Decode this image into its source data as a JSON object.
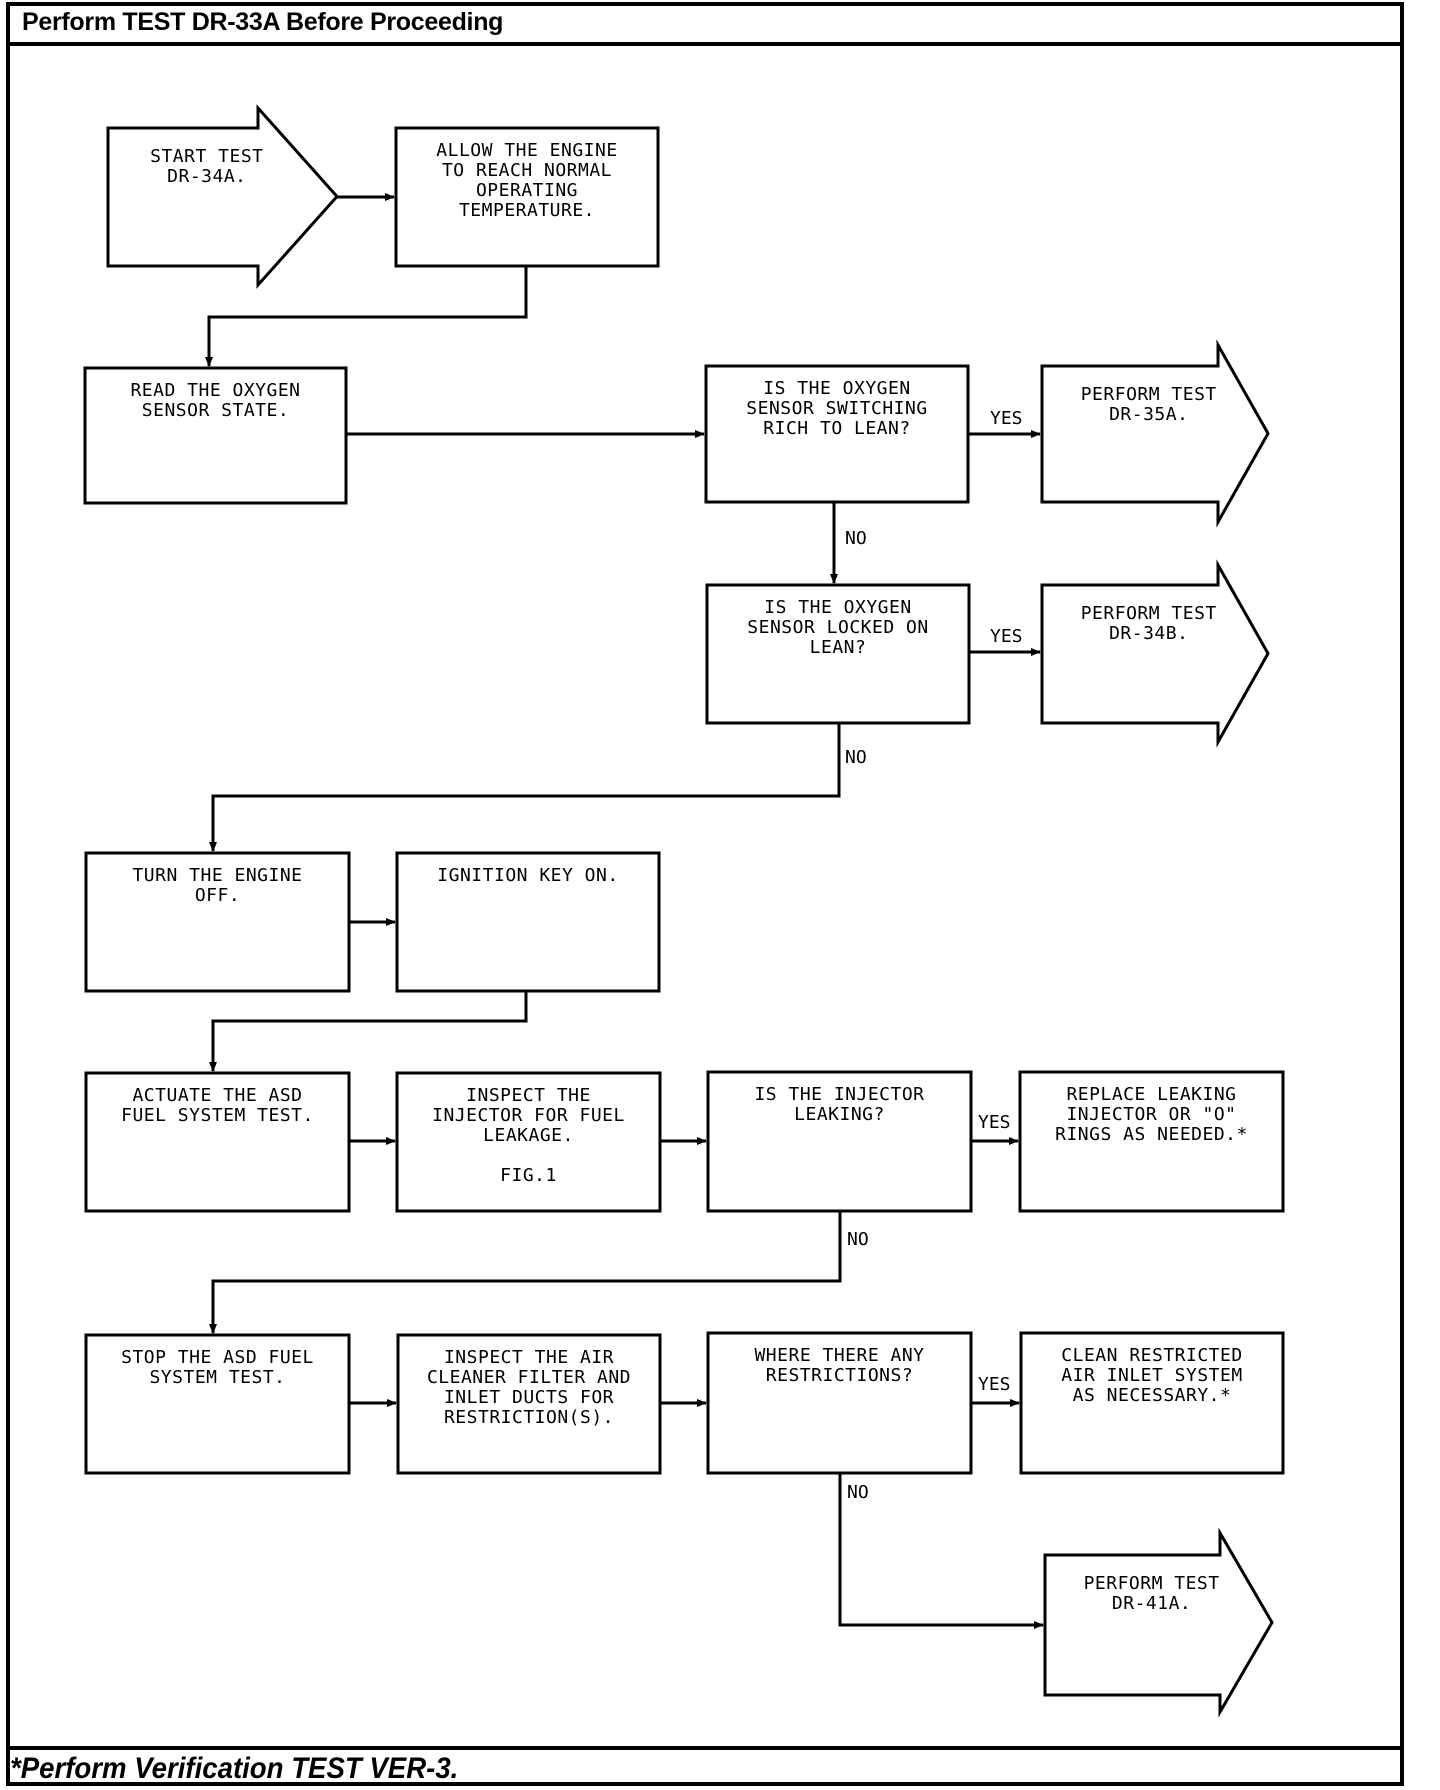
{
  "header": {
    "title": "Perform TEST DR-33A Before Proceeding"
  },
  "footer": {
    "note": "*Perform Verification TEST VER-3."
  },
  "nodes": {
    "start": {
      "shape": "arrow",
      "lines": [
        "START TEST",
        "DR-34A."
      ]
    },
    "warmup": {
      "shape": "process",
      "lines": [
        "ALLOW THE ENGINE",
        "TO REACH NORMAL",
        "OPERATING",
        "TEMPERATURE."
      ]
    },
    "read_o2": {
      "shape": "process",
      "lines": [
        "READ THE OXYGEN",
        "SENSOR STATE."
      ]
    },
    "q_switch": {
      "shape": "decision",
      "lines": [
        "IS THE OXYGEN",
        "SENSOR SWITCHING",
        "RICH TO LEAN?"
      ]
    },
    "dr35a": {
      "shape": "arrow",
      "lines": [
        "PERFORM TEST",
        "DR-35A."
      ]
    },
    "q_locked": {
      "shape": "decision",
      "lines": [
        "IS THE OXYGEN",
        "SENSOR LOCKED ON",
        "LEAN?"
      ]
    },
    "dr34b": {
      "shape": "arrow",
      "lines": [
        "PERFORM TEST",
        "DR-34B."
      ]
    },
    "engine_off": {
      "shape": "process",
      "lines": [
        "TURN THE ENGINE",
        "OFF."
      ]
    },
    "key_on": {
      "shape": "process",
      "lines": [
        "IGNITION KEY ON."
      ]
    },
    "actuate": {
      "shape": "process",
      "lines": [
        "ACTUATE THE ASD",
        "FUEL SYSTEM TEST."
      ]
    },
    "inspect_inj": {
      "shape": "process",
      "lines": [
        "INSPECT THE",
        "INJECTOR FOR FUEL",
        "LEAKAGE.",
        "",
        "FIG.1"
      ]
    },
    "q_leak": {
      "shape": "decision",
      "lines": [
        "IS THE INJECTOR",
        "LEAKING?"
      ]
    },
    "replace": {
      "shape": "process",
      "lines": [
        "REPLACE LEAKING",
        "INJECTOR OR \"O\"",
        "RINGS AS NEEDED.*"
      ]
    },
    "stop": {
      "shape": "process",
      "lines": [
        "STOP THE ASD FUEL",
        "SYSTEM TEST."
      ]
    },
    "inspect_air": {
      "shape": "process",
      "lines": [
        "INSPECT THE AIR",
        "CLEANER FILTER AND",
        "INLET DUCTS FOR",
        "RESTRICTION(S)."
      ]
    },
    "q_restrict": {
      "shape": "decision",
      "lines": [
        "WHERE THERE ANY",
        "RESTRICTIONS?"
      ]
    },
    "clean": {
      "shape": "process",
      "lines": [
        "CLEAN RESTRICTED",
        "AIR INLET SYSTEM",
        "AS NECESSARY.*"
      ]
    },
    "dr41a": {
      "shape": "arrow",
      "lines": [
        "PERFORM TEST",
        "DR-41A."
      ]
    }
  },
  "edges": [
    {
      "from": "start",
      "to": "warmup",
      "label": ""
    },
    {
      "from": "warmup",
      "to": "read_o2",
      "label": ""
    },
    {
      "from": "read_o2",
      "to": "q_switch",
      "label": ""
    },
    {
      "from": "q_switch",
      "to": "dr35a",
      "label": "YES"
    },
    {
      "from": "q_switch",
      "to": "q_locked",
      "label": "NO"
    },
    {
      "from": "q_locked",
      "to": "dr34b",
      "label": "YES"
    },
    {
      "from": "q_locked",
      "to": "engine_off",
      "label": "NO"
    },
    {
      "from": "engine_off",
      "to": "key_on",
      "label": ""
    },
    {
      "from": "key_on",
      "to": "actuate",
      "label": ""
    },
    {
      "from": "actuate",
      "to": "inspect_inj",
      "label": ""
    },
    {
      "from": "inspect_inj",
      "to": "q_leak",
      "label": ""
    },
    {
      "from": "q_leak",
      "to": "replace",
      "label": "YES"
    },
    {
      "from": "q_leak",
      "to": "stop",
      "label": "NO"
    },
    {
      "from": "stop",
      "to": "inspect_air",
      "label": ""
    },
    {
      "from": "inspect_air",
      "to": "q_restrict",
      "label": ""
    },
    {
      "from": "q_restrict",
      "to": "clean",
      "label": "YES"
    },
    {
      "from": "q_restrict",
      "to": "dr41a",
      "label": "NO"
    }
  ]
}
